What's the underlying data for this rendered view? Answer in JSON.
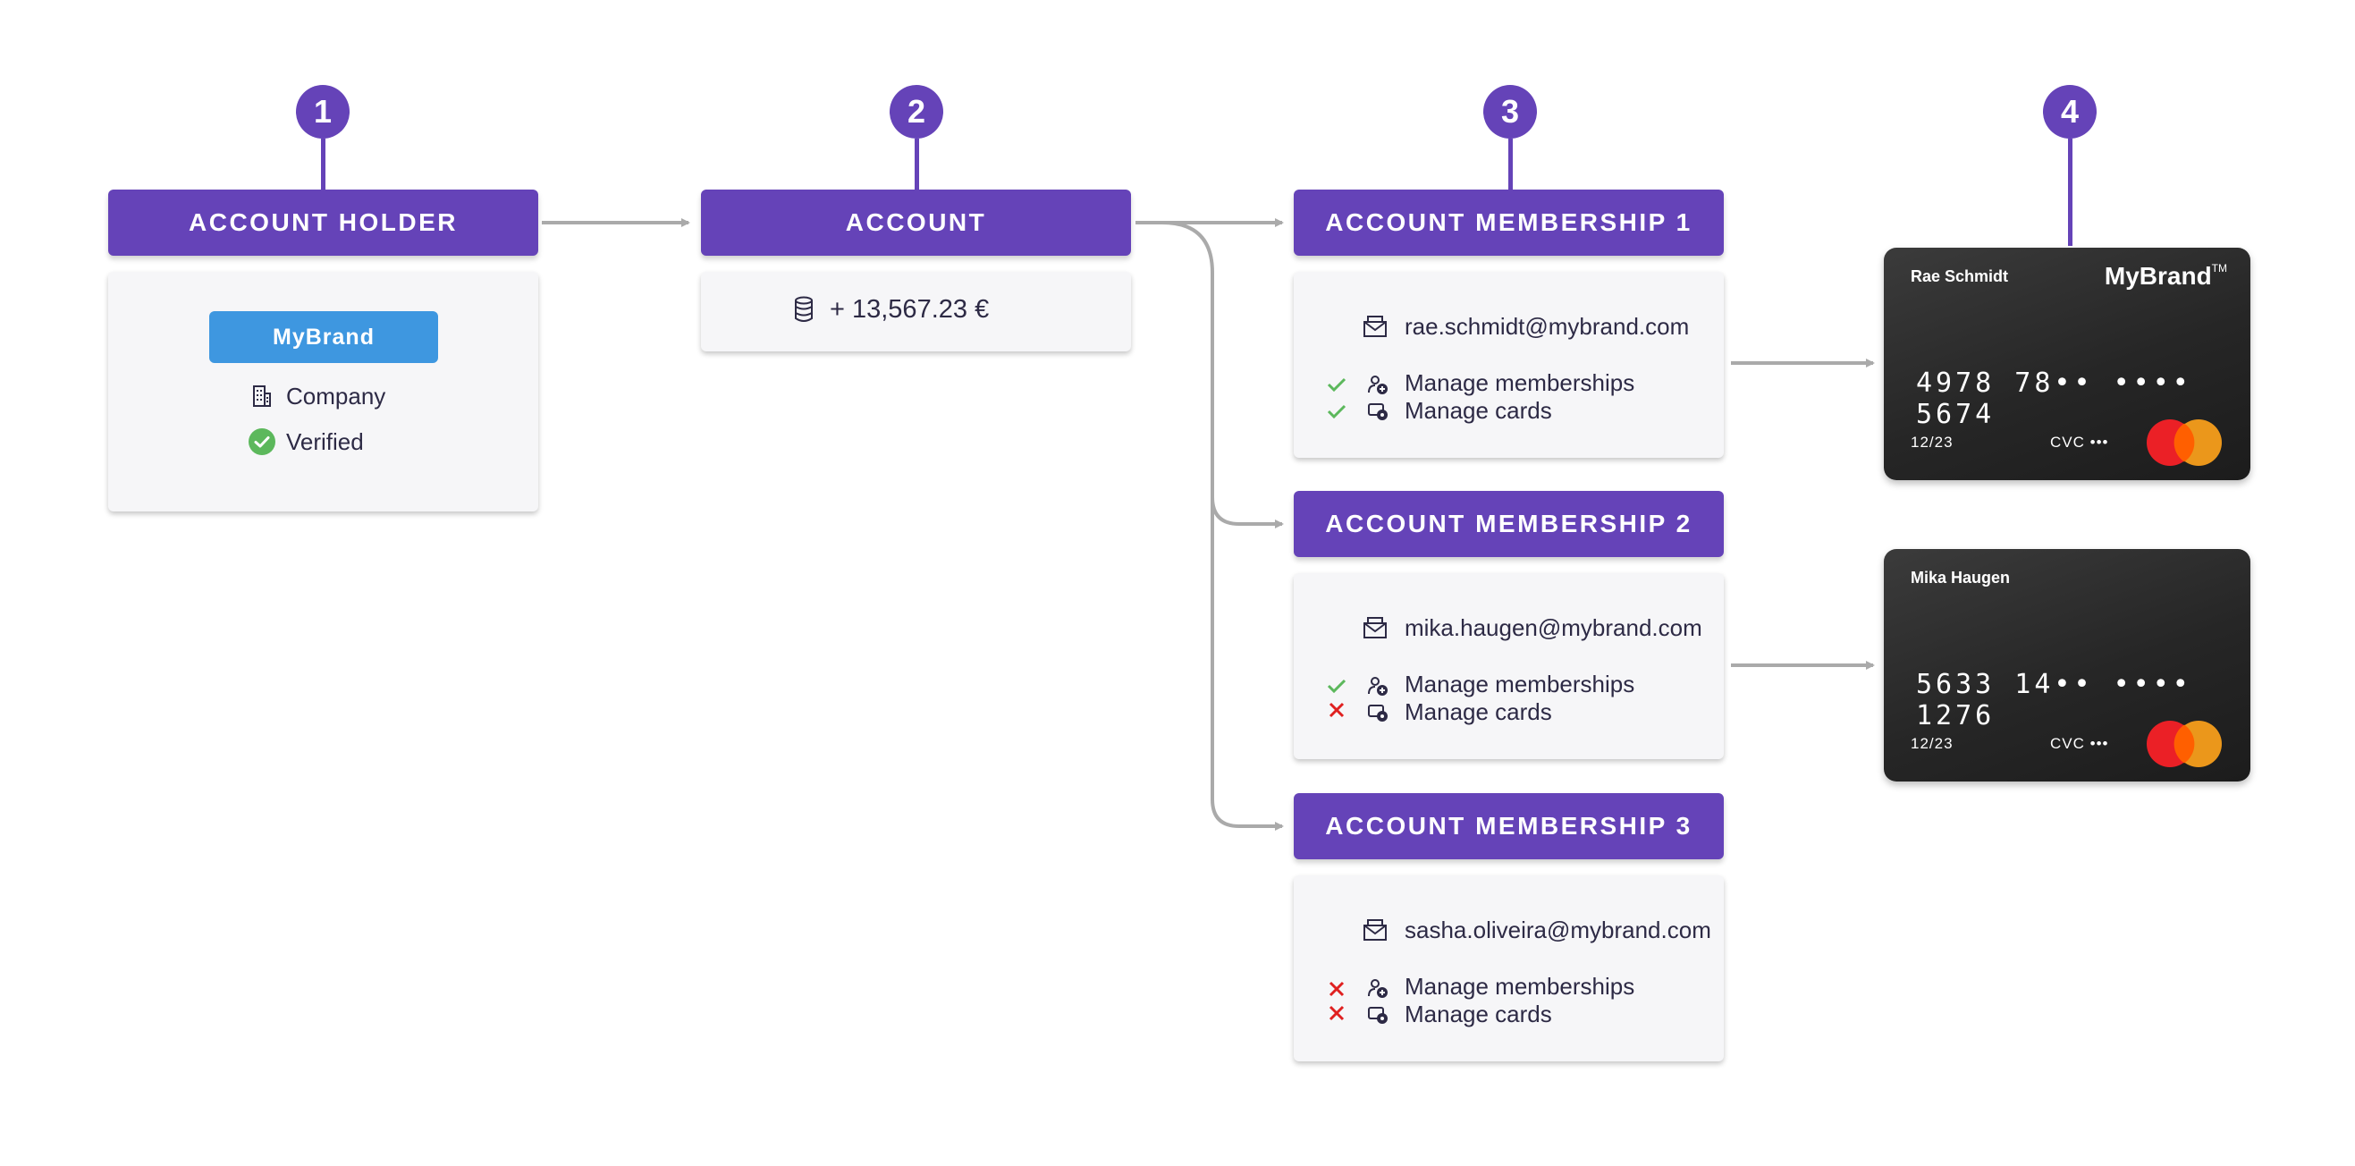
{
  "steps": [
    "1",
    "2",
    "3",
    "4"
  ],
  "account_holder": {
    "title": "ACCOUNT HOLDER",
    "brand_label": "MyBrand",
    "type": "Company",
    "status": "Verified"
  },
  "account": {
    "title": "ACCOUNT",
    "balance": "+ 13,567.23 €"
  },
  "memberships": [
    {
      "title": "ACCOUNT MEMBERSHIP 1",
      "email": "rae.schmidt@mybrand.com",
      "permissions": [
        {
          "label": "Manage memberships",
          "allowed": true
        },
        {
          "label": "Manage cards",
          "allowed": true
        }
      ]
    },
    {
      "title": "ACCOUNT MEMBERSHIP 2",
      "email": "mika.haugen@mybrand.com",
      "permissions": [
        {
          "label": "Manage memberships",
          "allowed": true
        },
        {
          "label": "Manage cards",
          "allowed": false
        }
      ]
    },
    {
      "title": "ACCOUNT MEMBERSHIP 3",
      "email": "sasha.oliveira@mybrand.com",
      "permissions": [
        {
          "label": "Manage memberships",
          "allowed": false
        },
        {
          "label": "Manage cards",
          "allowed": false
        }
      ]
    }
  ],
  "cards": [
    {
      "holder": "Rae Schmidt",
      "brand": "MyBrand",
      "trademark": "TM",
      "number": "4978 78•• •••• 5674",
      "expiry": "12/23",
      "cvc": "CVC •••"
    },
    {
      "holder": "Mika Haugen",
      "number": "5633 14•• •••• 1276",
      "expiry": "12/23",
      "cvc": "CVC •••"
    }
  ],
  "colors": {
    "accent": "#6543b8",
    "brand_button": "#3e97e0",
    "allowed": "#5cb85c",
    "denied": "#e02020",
    "connector": "#aaaaaa"
  }
}
